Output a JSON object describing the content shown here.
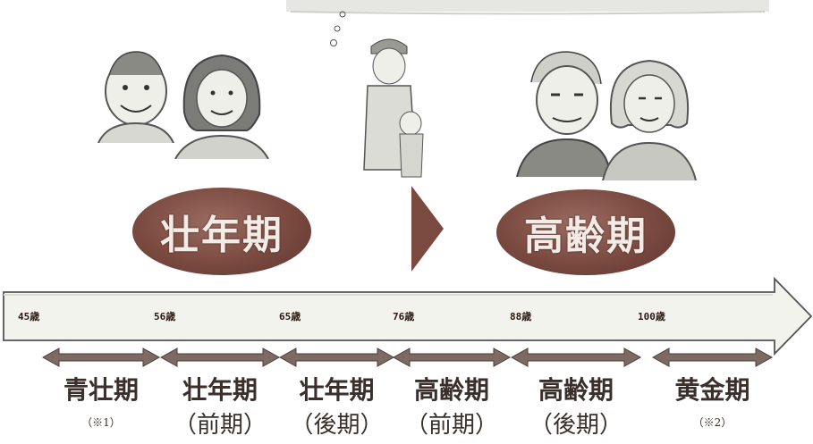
{
  "phases": {
    "left": "壮年期",
    "right": "高齢期"
  },
  "timeline": {
    "ages": [
      "45歳",
      "56歳",
      "65歳",
      "76歳",
      "88歳",
      "100歳"
    ]
  },
  "periods": [
    {
      "name": "青壮期",
      "sub": "",
      "note": "（※1）"
    },
    {
      "name": "壮年期",
      "sub": "（前期）",
      "note": ""
    },
    {
      "name": "壮年期",
      "sub": "（後期）",
      "note": ""
    },
    {
      "name": "高齢期",
      "sub": "（前期）",
      "note": ""
    },
    {
      "name": "高齢期",
      "sub": "（後期）",
      "note": ""
    },
    {
      "name": "黄金期",
      "sub": "",
      "note": "（※2）"
    }
  ],
  "colors": {
    "oval": "#7a4a40",
    "arrow_fill": "#f3f3ee",
    "range_arrow": "#7d6a63"
  },
  "icons": [
    "middle-aged-man-illustration",
    "middle-aged-woman-illustration",
    "elderly-man-with-child-illustration",
    "elderly-man-illustration",
    "elderly-woman-illustration"
  ]
}
